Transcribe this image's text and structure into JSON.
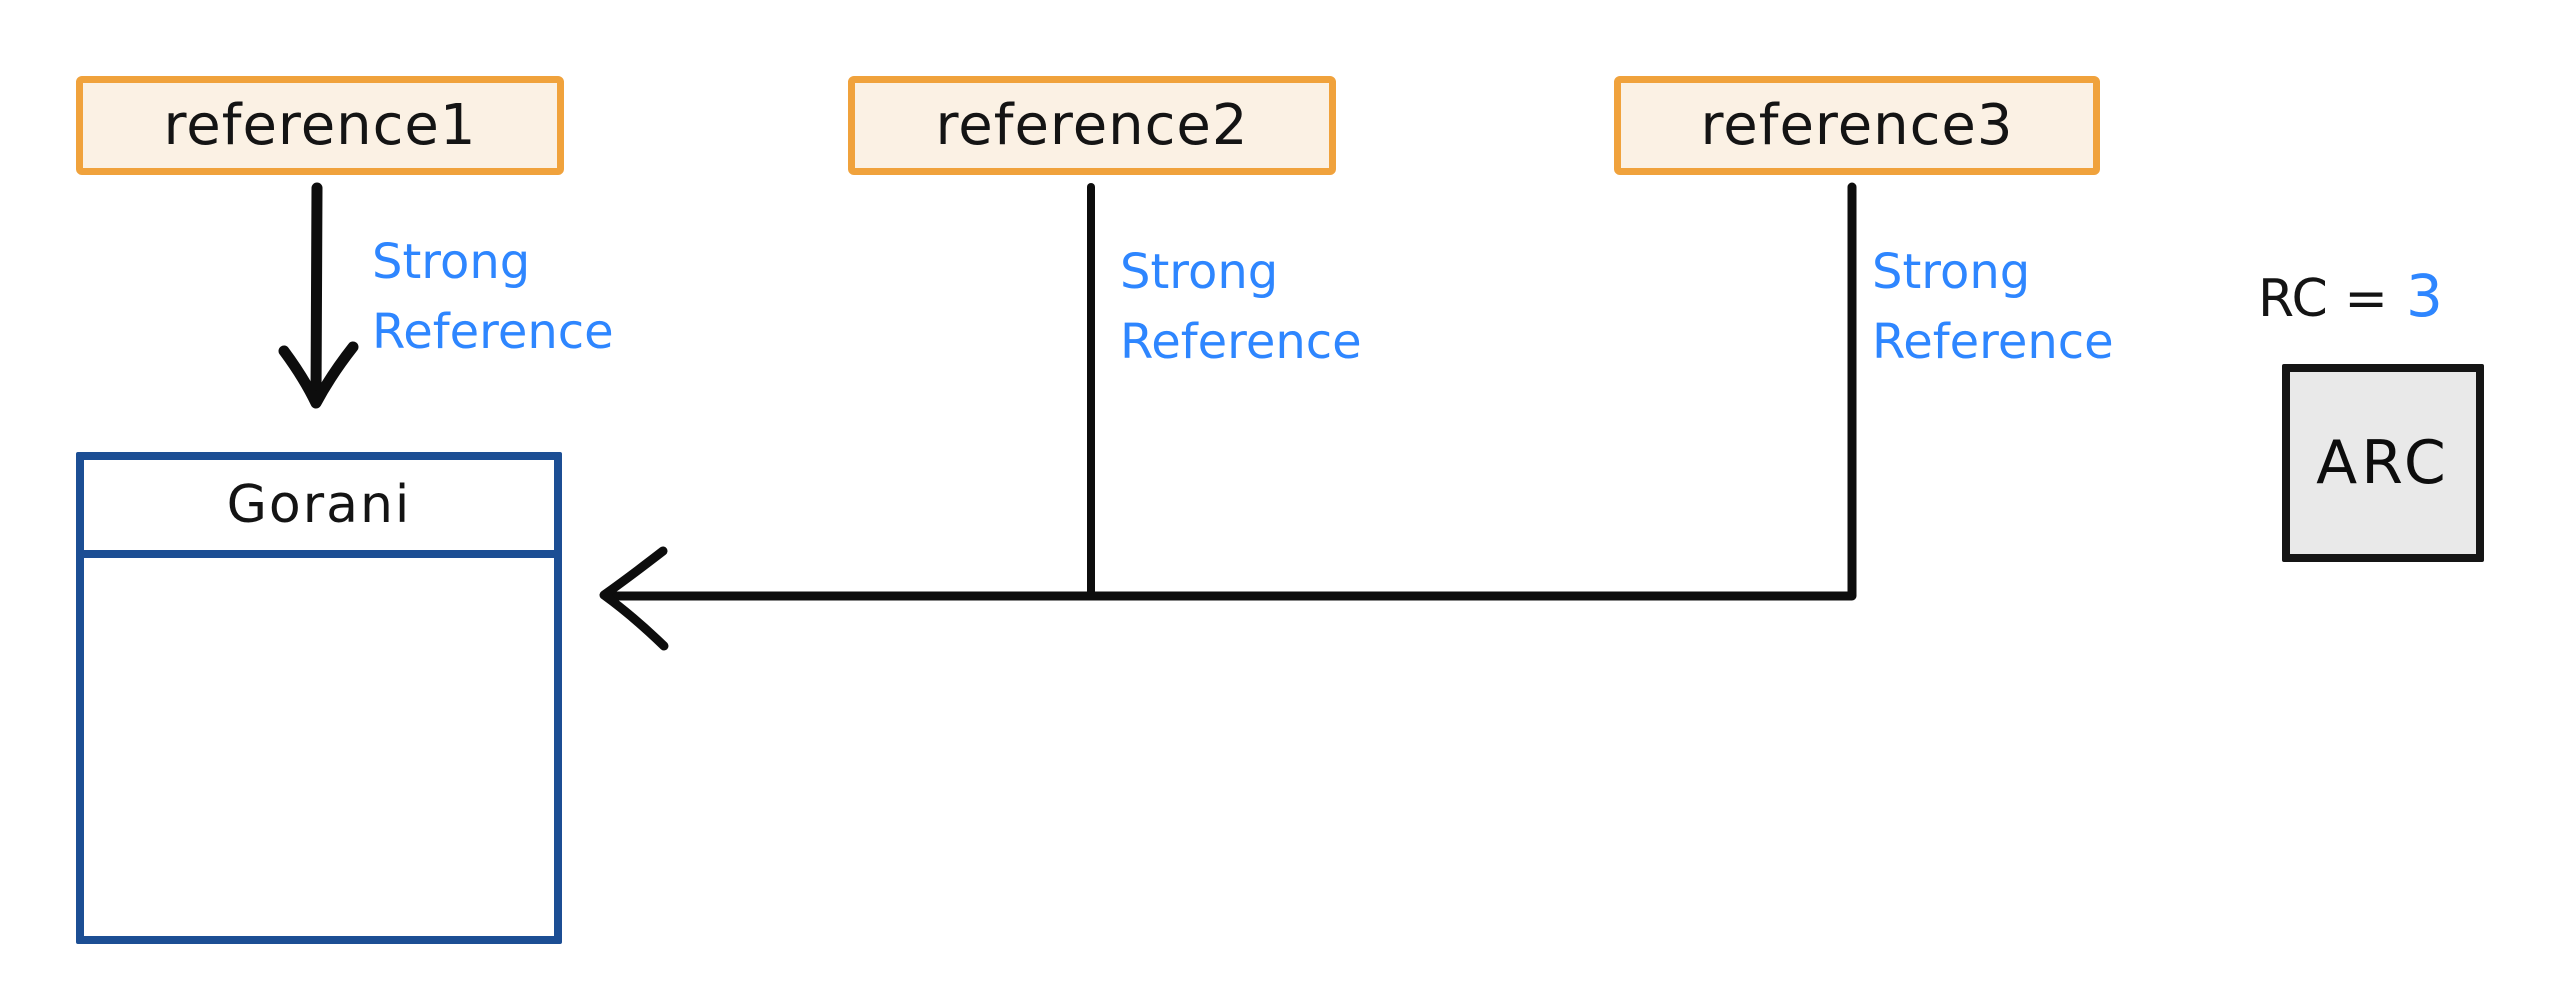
{
  "diagram": {
    "reference_boxes": [
      {
        "label": "reference1"
      },
      {
        "label": "reference2"
      },
      {
        "label": "reference3"
      }
    ],
    "strong_reference_labels": [
      {
        "line1": "Strong",
        "line2": "Reference"
      },
      {
        "line1": "Strong",
        "line2": "Reference"
      },
      {
        "line1": "Strong",
        "line2": "Reference"
      }
    ],
    "object_box": {
      "title": "Gorani"
    },
    "reference_count": {
      "prefix": "RC =",
      "value": "3"
    },
    "arc_box": {
      "label": "ARC"
    },
    "colors": {
      "orange_border": "#f0a23c",
      "orange_fill": "#fbf1e4",
      "navy_stroke": "#1c4e94",
      "blue_text": "#2e86ff",
      "black_stroke": "#0d0d0d",
      "arc_fill": "#e9e9e9",
      "arc_border": "#151515",
      "background": "#ffffff"
    }
  }
}
